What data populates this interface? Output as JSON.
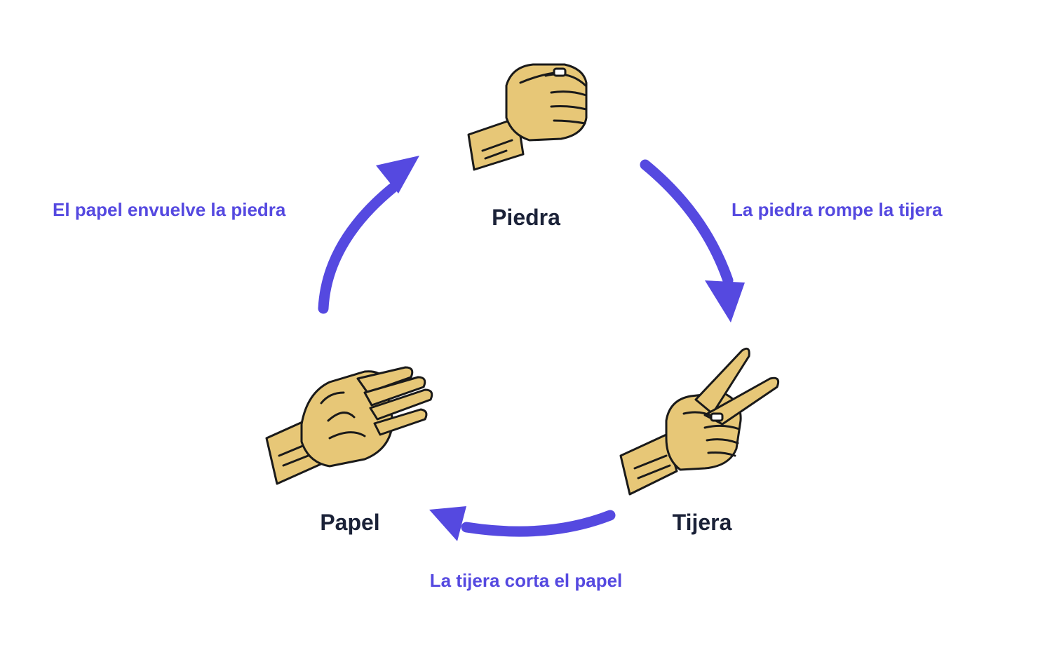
{
  "diagram": {
    "nodes": {
      "rock": {
        "label": "Piedra",
        "icon": "fist-hand-icon"
      },
      "scissors": {
        "label": "Tijera",
        "icon": "peace-sign-hand-icon"
      },
      "paper": {
        "label": "Papel",
        "icon": "open-palm-hand-icon"
      }
    },
    "rules": {
      "rock_beats_scissors": "La piedra rompe la tijera",
      "scissors_beats_paper": "La tijera corta el papel",
      "paper_beats_rock": "El papel envuelve la piedra"
    }
  },
  "colors": {
    "arrow": "#5549e0",
    "rule_text": "#5549e0",
    "node_text": "#1b2238",
    "skin": "#e7c777",
    "outline": "#1a1a1a"
  }
}
